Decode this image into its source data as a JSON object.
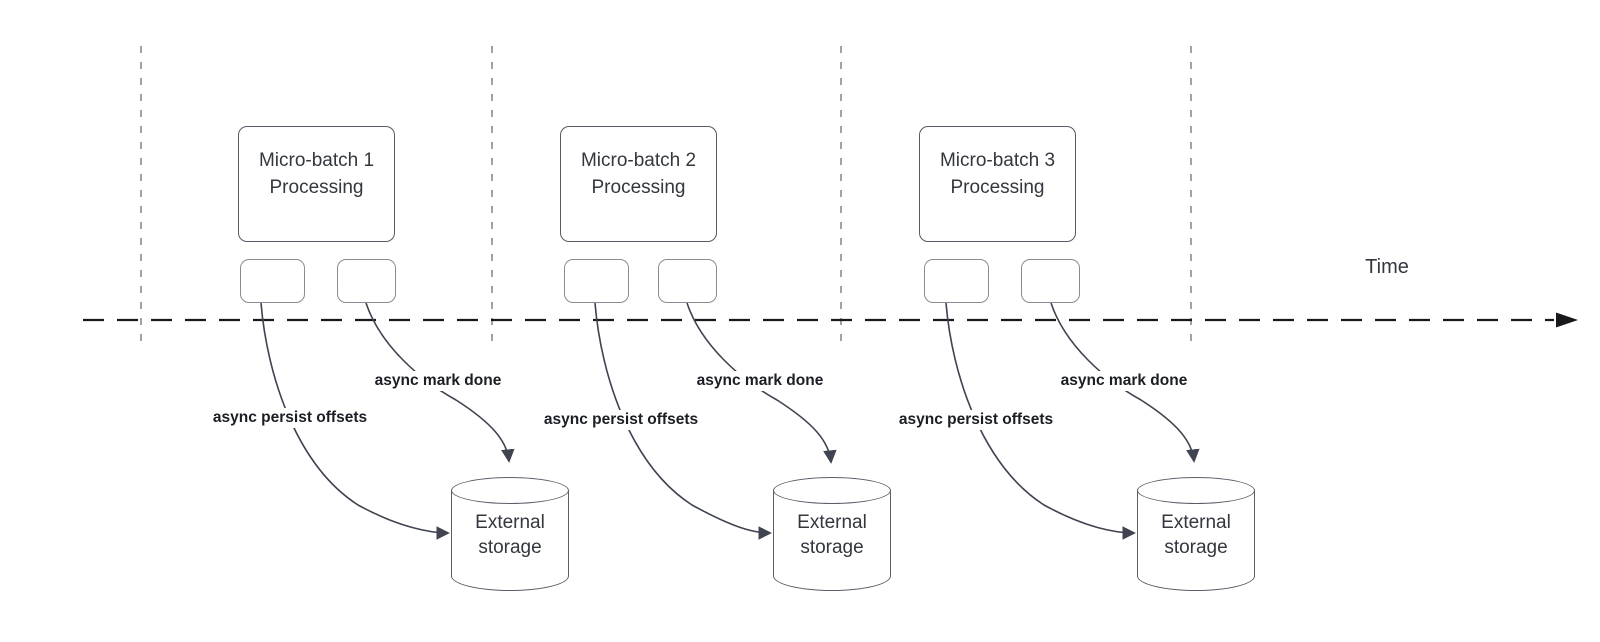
{
  "axis": {
    "label": "Time"
  },
  "groups": [
    {
      "title_line1": "Micro-batch 1",
      "title_line2": "Processing",
      "persist_label": "async persist offsets",
      "done_label": "async mark done",
      "storage_line1": "External",
      "storage_line2": "storage"
    },
    {
      "title_line1": "Micro-batch 2",
      "title_line2": "Processing",
      "persist_label": "async persist offsets",
      "done_label": "async mark done",
      "storage_line1": "External",
      "storage_line2": "storage"
    },
    {
      "title_line1": "Micro-batch 3",
      "title_line2": "Processing",
      "persist_label": "async persist offsets",
      "done_label": "async mark done",
      "storage_line1": "External",
      "storage_line2": "storage"
    }
  ],
  "colors": {
    "flow_line": "#3f4450",
    "timeline": "#17191c",
    "interval_divider": "#a0a2a5",
    "shape_border": "#5a5f68",
    "text": "#33373e"
  }
}
